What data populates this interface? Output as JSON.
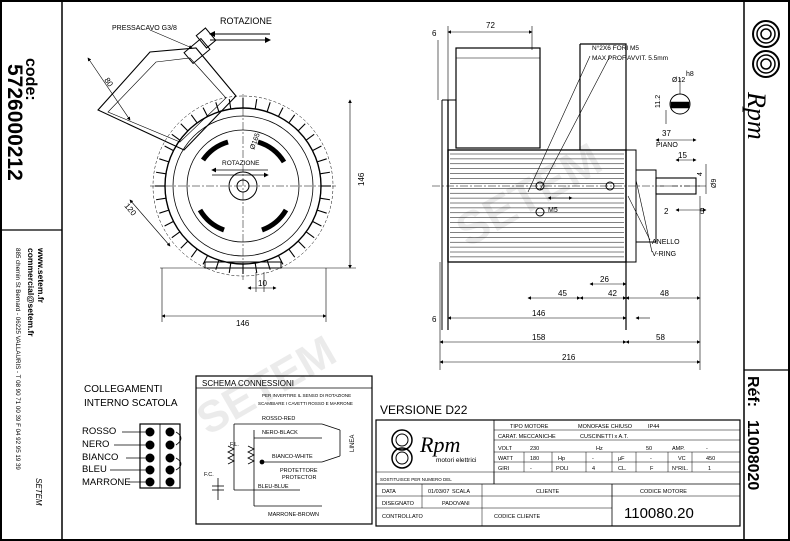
{
  "left_strip": {
    "code_label": "code:",
    "code_value": "5726000212",
    "website": "www.setem.fr",
    "email": "commercial@setem.fr",
    "address": "885 chemin St Bernard - 06225 VALLAURIS - T 08 90 71 00 39 F 04 92 95 19 39",
    "brand_small": "SETEM"
  },
  "right_strip": {
    "logo_text": "Rpm",
    "ref_label": "Réf:",
    "ref_value": "11008020"
  },
  "watermark": "SETEM",
  "front_view": {
    "pressacavo": "PRESSACAVO G3/8",
    "rotazione_top": "ROTAZIONE",
    "rotazione_center": "ROTAZIONE",
    "dim_80": "80",
    "dim_120": "120",
    "dim_165": "Ø165",
    "dim_146_h": "146",
    "dim_146_v": "146",
    "dim_10": "10"
  },
  "side_view": {
    "dim_72": "72",
    "dim_6a": "6",
    "dim_6b": "6",
    "dim_45": "45",
    "dim_42": "42",
    "dim_26": "26",
    "dim_146": "146",
    "dim_48": "48",
    "dim_158": "158",
    "dim_58": "58",
    "dim_216": "216",
    "m5": "M5",
    "note_holes_1": "N°2X6 FORI M5",
    "note_holes_2": "MAX PROF.AVVIT. 5.5mm",
    "dim_phi12": "Ø12",
    "dim_h8": "h8",
    "dim_112": "11.2",
    "dim_37": "37",
    "piano": "PIANO",
    "dim_15": "15",
    "dim_4": "4",
    "dim_phi9": "Ø9",
    "dim_2": "2",
    "dim_5": "5",
    "anello": "ANELLO",
    "vring": "V-RING"
  },
  "collegamenti": {
    "title_1": "COLLEGAMENTI",
    "title_2": "INTERNO SCATOLA",
    "wires": [
      "ROSSO",
      "NERO",
      "BIANCO",
      "BLEU",
      "MARRONE"
    ]
  },
  "schema": {
    "title": "SCHEMA CONNESSIONI",
    "note_1": "PER INVERTIRE IL SENSO DI ROTAZIONE",
    "note_2": "SCAMBIARE I CAVETTI ROSSO E MARRONE",
    "rosso": "ROSSO-RED",
    "nero": "NERO-BLACK",
    "bianco": "BIANCO-WHITE",
    "protettore_1": "PROTETTORE",
    "protettore_2": "PROTECTOR",
    "bleu": "BLEU-BLUE",
    "marrone": "MARRONE-BROWN",
    "fl": "F.L.",
    "fc": "F.C.",
    "linea": "LINEA"
  },
  "version": "VERSIONE D22",
  "title_block": {
    "logo_text": "Rpm",
    "logo_sub": "motori elettrici",
    "tipo_label": "TIPO MOTORE",
    "tipo_value": "MONOFASE CHIUSO",
    "ip": "IP44",
    "carat_label": "CARAT. MECCANICHE",
    "carat_value": "CUSCINETTI x A.T.",
    "volt_label": "VOLT",
    "volt_value": "230",
    "hz_label": "Hz",
    "hz_value": "50",
    "amp_label": "AMP.",
    "amp_value": "-",
    "watt_label": "WATT",
    "watt_value": "180",
    "hp_label": "Hp",
    "hp_value": "-",
    "uf_label": "µF",
    "uf_value": "-",
    "vc_label": "VC",
    "vc_value": "450",
    "giri_label": "GIRI",
    "giri_value": "-",
    "poli_label": "POLI",
    "poli_value": "4",
    "cl_label": "CL.",
    "cl_value": "F",
    "nril_label": "N°RIL.",
    "nril_value": "1",
    "sostituisce": "SOSTITUISCE PER NUMERO DEL",
    "data_label": "DATA",
    "data_value": "01/03/07",
    "scala_label": "SCALA",
    "cliente_label": "CLIENTE",
    "codice_motore_label": "CODICE MOTORE",
    "disegnato_label": "DISEGNATO",
    "disegnato_value": "PADOVANI",
    "controllato_label": "CONTROLLATO",
    "codice_cliente_label": "CODICE CLIENTE",
    "motor_code": "110080.20"
  }
}
